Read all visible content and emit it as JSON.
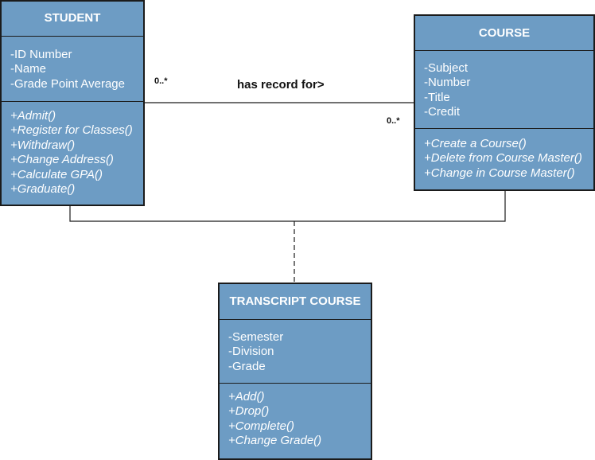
{
  "association": {
    "label": "has record for>",
    "multiplicity_student": "0..*",
    "multiplicity_course": "0..*"
  },
  "classes": {
    "student": {
      "name": "STUDENT",
      "attributes": [
        "-ID Number",
        "-Name",
        "-Grade Point Average"
      ],
      "operations": [
        "+Admit()",
        "+Register for Classes()",
        "+Withdraw()",
        "+Change Address()",
        "+Calculate GPA()",
        "+Graduate()"
      ]
    },
    "course": {
      "name": "COURSE",
      "attributes": [
        "-Subject",
        "-Number",
        "-Title",
        "-Credit"
      ],
      "operations": [
        "+Create a Course()",
        "+Delete from Course Master()",
        "+Change in Course Master()"
      ]
    },
    "transcript_course": {
      "name": "TRANSCRIPT COURSE",
      "attributes": [
        "-Semester",
        "-Division",
        "-Grade"
      ],
      "operations": [
        "+Add()",
        "+Drop()",
        "+Complete()",
        "+Change Grade()"
      ]
    }
  },
  "colors": {
    "class_fill": "#6d9cc4",
    "class_border": "#1b1b1b",
    "class_text": "#ffffff",
    "line": "#1b1b1b"
  }
}
